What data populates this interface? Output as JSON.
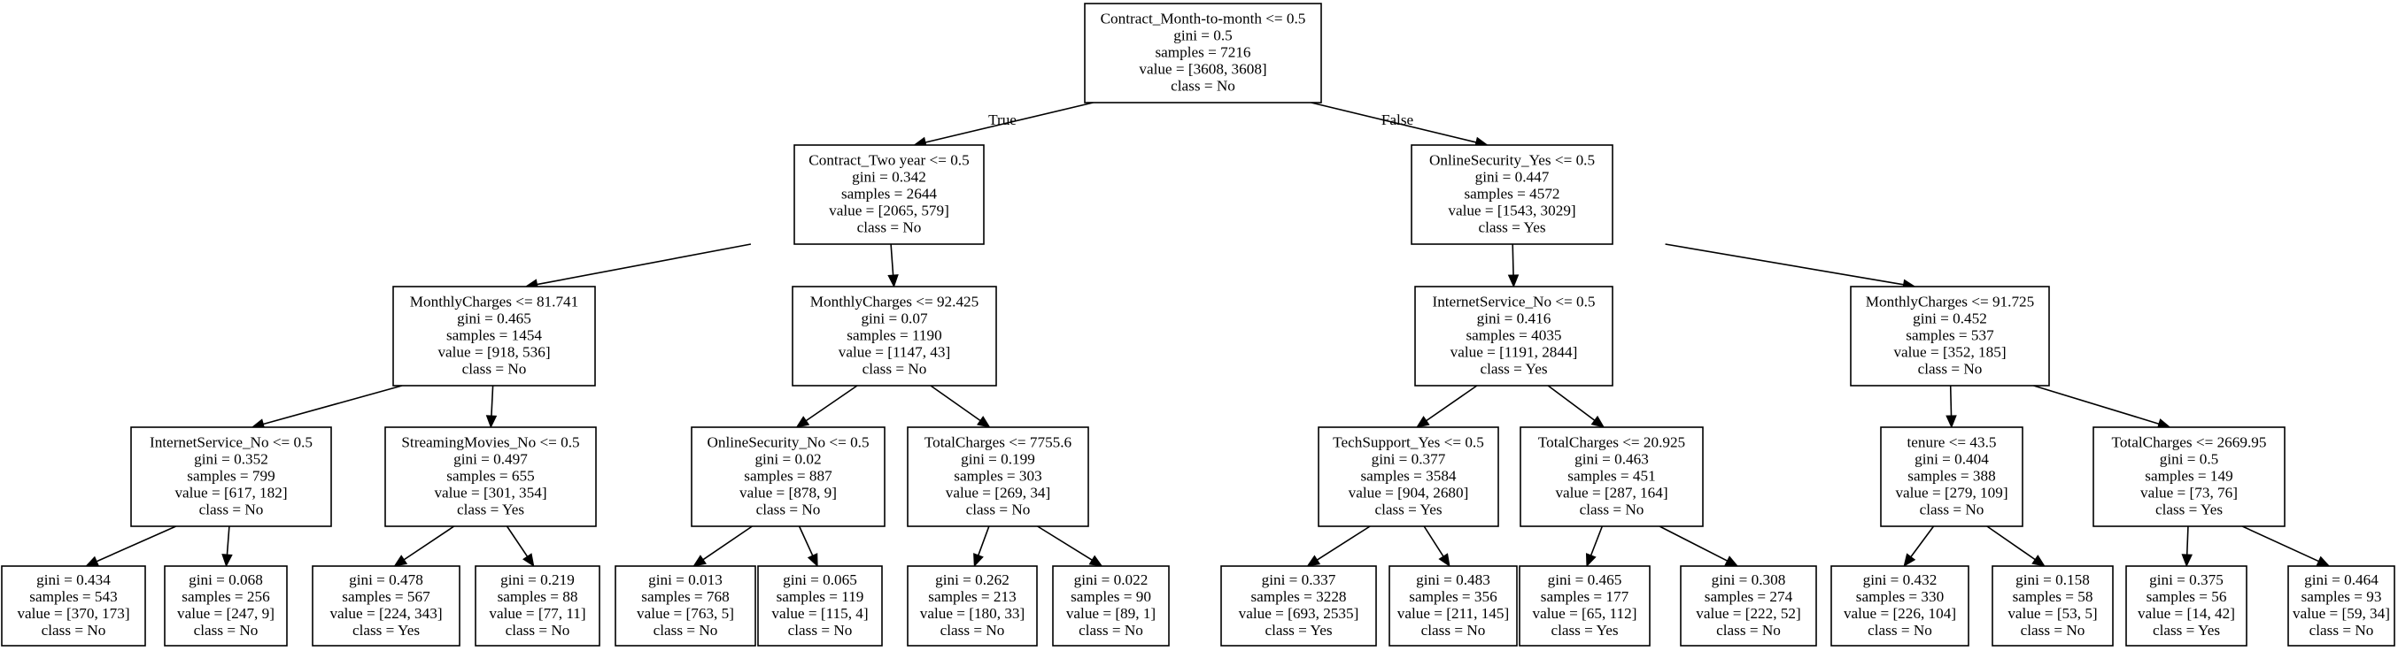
{
  "tree": {
    "edge_labels": {
      "true_label": "True",
      "false_label": "False"
    },
    "nodes": [
      {
        "id": "n0",
        "lines": [
          "Contract_Month-to-month <= 0.5",
          "gini = 0.5",
          "samples = 7216",
          "value = [3608, 3608]",
          "class = No"
        ]
      },
      {
        "id": "n1",
        "lines": [
          "Contract_Two year <= 0.5",
          "gini = 0.342",
          "samples = 2644",
          "value = [2065, 579]",
          "class = No"
        ]
      },
      {
        "id": "n2",
        "lines": [
          "OnlineSecurity_Yes <= 0.5",
          "gini = 0.447",
          "samples = 4572",
          "value = [1543, 3029]",
          "class = Yes"
        ]
      },
      {
        "id": "n3",
        "lines": [
          "MonthlyCharges <= 81.741",
          "gini = 0.465",
          "samples = 1454",
          "value = [918, 536]",
          "class = No"
        ]
      },
      {
        "id": "n4",
        "lines": [
          "MonthlyCharges <= 92.425",
          "gini = 0.07",
          "samples = 1190",
          "value = [1147, 43]",
          "class = No"
        ]
      },
      {
        "id": "n5",
        "lines": [
          "InternetService_No <= 0.5",
          "gini = 0.416",
          "samples = 4035",
          "value = [1191, 2844]",
          "class = Yes"
        ]
      },
      {
        "id": "n6",
        "lines": [
          "MonthlyCharges <= 91.725",
          "gini = 0.452",
          "samples = 537",
          "value = [352, 185]",
          "class = No"
        ]
      },
      {
        "id": "n7",
        "lines": [
          "InternetService_No <= 0.5",
          "gini = 0.352",
          "samples = 799",
          "value = [617, 182]",
          "class = No"
        ]
      },
      {
        "id": "n8",
        "lines": [
          "StreamingMovies_No <= 0.5",
          "gini = 0.497",
          "samples = 655",
          "value = [301, 354]",
          "class = Yes"
        ]
      },
      {
        "id": "n9",
        "lines": [
          "OnlineSecurity_No <= 0.5",
          "gini = 0.02",
          "samples = 887",
          "value = [878, 9]",
          "class = No"
        ]
      },
      {
        "id": "n10",
        "lines": [
          "TotalCharges <= 7755.6",
          "gini = 0.199",
          "samples = 303",
          "value = [269, 34]",
          "class = No"
        ]
      },
      {
        "id": "n11",
        "lines": [
          "TechSupport_Yes <= 0.5",
          "gini = 0.377",
          "samples = 3584",
          "value = [904, 2680]",
          "class = Yes"
        ]
      },
      {
        "id": "n12",
        "lines": [
          "TotalCharges <= 20.925",
          "gini = 0.463",
          "samples = 451",
          "value = [287, 164]",
          "class = No"
        ]
      },
      {
        "id": "n13",
        "lines": [
          "tenure <= 43.5",
          "gini = 0.404",
          "samples = 388",
          "value = [279, 109]",
          "class = No"
        ]
      },
      {
        "id": "n14",
        "lines": [
          "TotalCharges <= 2669.95",
          "gini = 0.5",
          "samples = 149",
          "value = [73, 76]",
          "class = Yes"
        ]
      },
      {
        "id": "n15",
        "lines": [
          "gini = 0.434",
          "samples = 543",
          "value = [370, 173]",
          "class = No"
        ]
      },
      {
        "id": "n16",
        "lines": [
          "gini = 0.068",
          "samples = 256",
          "value = [247, 9]",
          "class = No"
        ]
      },
      {
        "id": "n17",
        "lines": [
          "gini = 0.478",
          "samples = 567",
          "value = [224, 343]",
          "class = Yes"
        ]
      },
      {
        "id": "n18",
        "lines": [
          "gini = 0.219",
          "samples = 88",
          "value = [77, 11]",
          "class = No"
        ]
      },
      {
        "id": "n19",
        "lines": [
          "gini = 0.013",
          "samples = 768",
          "value = [763, 5]",
          "class = No"
        ]
      },
      {
        "id": "n20",
        "lines": [
          "gini = 0.065",
          "samples = 119",
          "value = [115, 4]",
          "class = No"
        ]
      },
      {
        "id": "n21",
        "lines": [
          "gini = 0.262",
          "samples = 213",
          "value = [180, 33]",
          "class = No"
        ]
      },
      {
        "id": "n22",
        "lines": [
          "gini = 0.022",
          "samples = 90",
          "value = [89, 1]",
          "class = No"
        ]
      },
      {
        "id": "n23",
        "lines": [
          "gini = 0.337",
          "samples = 3228",
          "value = [693, 2535]",
          "class = Yes"
        ]
      },
      {
        "id": "n24",
        "lines": [
          "gini = 0.483",
          "samples = 356",
          "value = [211, 145]",
          "class = No"
        ]
      },
      {
        "id": "n25",
        "lines": [
          "gini = 0.465",
          "samples = 177",
          "value = [65, 112]",
          "class = Yes"
        ]
      },
      {
        "id": "n26",
        "lines": [
          "gini = 0.308",
          "samples = 274",
          "value = [222, 52]",
          "class = No"
        ]
      },
      {
        "id": "n27",
        "lines": [
          "gini = 0.432",
          "samples = 330",
          "value = [226, 104]",
          "class = No"
        ]
      },
      {
        "id": "n28",
        "lines": [
          "gini = 0.158",
          "samples = 58",
          "value = [53, 5]",
          "class = No"
        ]
      },
      {
        "id": "n29",
        "lines": [
          "gini = 0.375",
          "samples = 56",
          "value = [14, 42]",
          "class = Yes"
        ]
      },
      {
        "id": "n30",
        "lines": [
          "gini = 0.464",
          "samples = 93",
          "value = [59, 34]",
          "class = No"
        ]
      }
    ],
    "edges": [
      [
        "n0",
        "n1"
      ],
      [
        "n0",
        "n2"
      ],
      [
        "n1",
        "n3"
      ],
      [
        "n1",
        "n4"
      ],
      [
        "n2",
        "n5"
      ],
      [
        "n2",
        "n6"
      ],
      [
        "n3",
        "n7"
      ],
      [
        "n3",
        "n8"
      ],
      [
        "n4",
        "n9"
      ],
      [
        "n4",
        "n10"
      ],
      [
        "n5",
        "n11"
      ],
      [
        "n5",
        "n12"
      ],
      [
        "n6",
        "n13"
      ],
      [
        "n6",
        "n14"
      ],
      [
        "n7",
        "n15"
      ],
      [
        "n7",
        "n16"
      ],
      [
        "n8",
        "n17"
      ],
      [
        "n8",
        "n18"
      ],
      [
        "n9",
        "n19"
      ],
      [
        "n9",
        "n20"
      ],
      [
        "n10",
        "n21"
      ],
      [
        "n10",
        "n22"
      ],
      [
        "n11",
        "n23"
      ],
      [
        "n11",
        "n24"
      ],
      [
        "n12",
        "n25"
      ],
      [
        "n12",
        "n26"
      ],
      [
        "n13",
        "n27"
      ],
      [
        "n13",
        "n28"
      ],
      [
        "n14",
        "n29"
      ],
      [
        "n14",
        "n30"
      ]
    ]
  }
}
